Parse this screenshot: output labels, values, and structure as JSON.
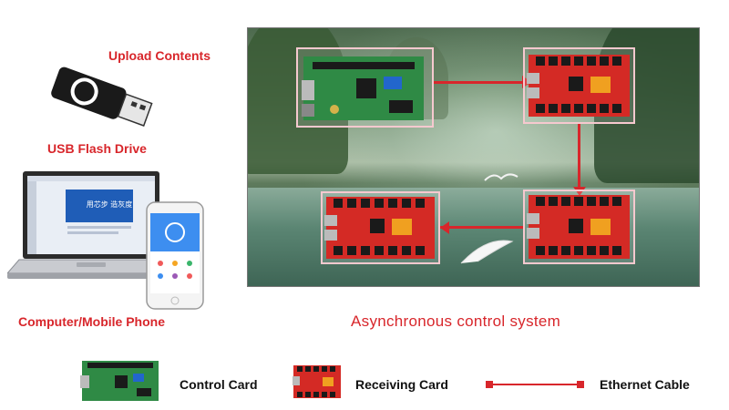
{
  "labels": {
    "upload": "Upload Contents",
    "usb": "USB Flash Drive",
    "computer": "Computer/Mobile Phone"
  },
  "caption": "Asynchronous control system",
  "screens": {
    "laptop_banner": "用芯步 造灰度"
  },
  "legend": {
    "control": "Control Card",
    "receiving": "Receiving Card",
    "ethernet": "Ethernet Cable"
  },
  "colors": {
    "accent": "#d8262b",
    "receiving_card": "#d42a25",
    "control_card": "#2f8a45",
    "frame": "#f6c9cf"
  }
}
